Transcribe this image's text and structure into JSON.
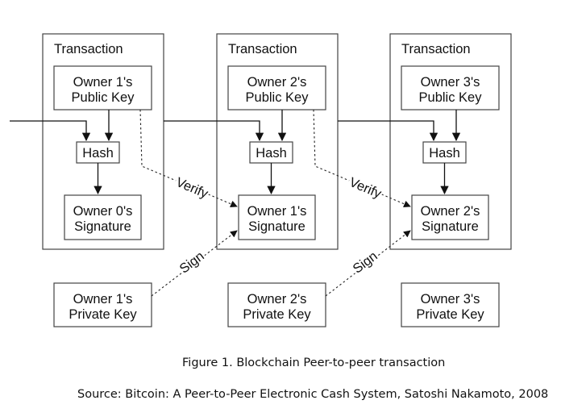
{
  "transactions": [
    {
      "title": "Transaction",
      "public_key": [
        "Owner 1's",
        "Public Key"
      ],
      "hash": "Hash",
      "signature": [
        "Owner 0's",
        "Signature"
      ],
      "private_key": [
        "Owner 1's",
        "Private Key"
      ]
    },
    {
      "title": "Transaction",
      "public_key": [
        "Owner 2's",
        "Public Key"
      ],
      "hash": "Hash",
      "signature": [
        "Owner 1's",
        "Signature"
      ],
      "private_key": [
        "Owner 2's",
        "Private Key"
      ]
    },
    {
      "title": "Transaction",
      "public_key": [
        "Owner 3's",
        "Public Key"
      ],
      "hash": "Hash",
      "signature": [
        "Owner 2's",
        "Signature"
      ],
      "private_key": [
        "Owner 3's",
        "Private Key"
      ]
    }
  ],
  "edge_labels": {
    "verify": "Verify",
    "sign": "Sign"
  },
  "caption": {
    "figure": "Figure 1. Blockchain Peer-to-peer transaction",
    "source": "Source: Bitcoin: A Peer-to-Peer Electronic Cash System, Satoshi Nakamoto, 2008"
  }
}
